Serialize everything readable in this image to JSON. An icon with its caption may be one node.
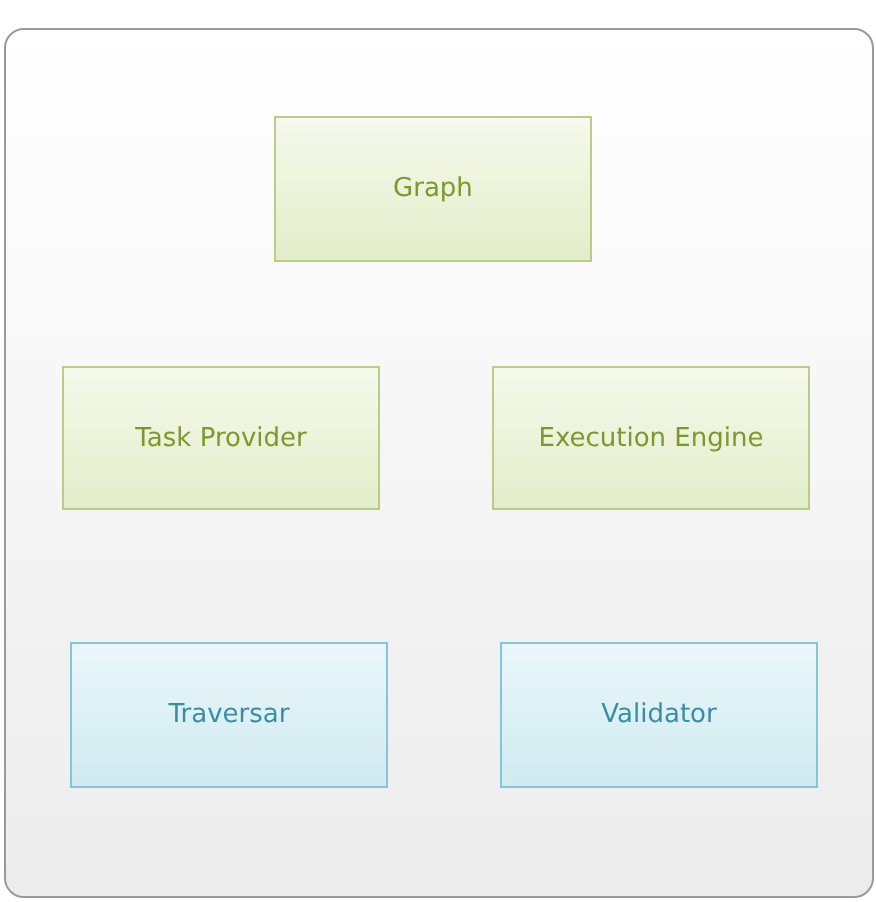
{
  "diagram": {
    "nodes": [
      {
        "text": [],
        "shape": "box"
      },
      {
        "text": [
          "Graph"
        ],
        "in": 0
      },
      {
        "text": [
          "Task Provider"
        ],
        "in": 0
      },
      {
        "text": [
          "Execution Engine"
        ],
        "in": 0
      },
      {
        "text": [
          "Traversar"
        ],
        "in": 0
      },
      {
        "text": [
          "Validator"
        ],
        "in": 0
      }
    ]
  }
}
